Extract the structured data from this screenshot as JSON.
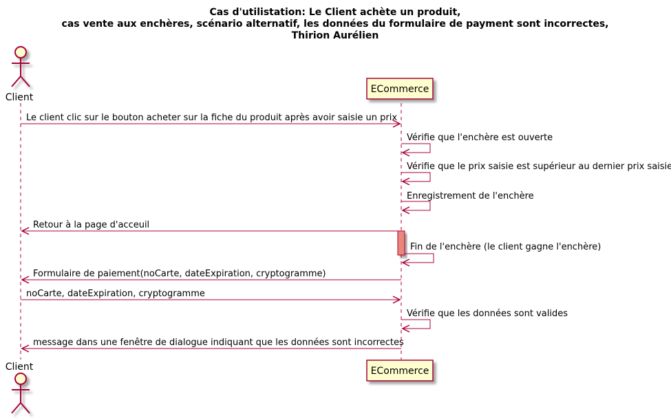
{
  "title": {
    "lines": [
      "Cas d'utilistation: Le Client achète un produit,",
      "cas vente aux enchères, scénario alternatif, les données du formulaire de payment sont incorrectes,",
      "Thirion Aurélien"
    ]
  },
  "colors": {
    "line": "#a80036",
    "actor_fill": "#fefece",
    "participant_fill": "#fefece",
    "activation_fill": "#e9877a"
  },
  "participants": {
    "client": {
      "label": "Client",
      "kind": "actor"
    },
    "ecommerce": {
      "label": "ECommerce",
      "kind": "participant"
    }
  },
  "messages": [
    {
      "from": "client",
      "to": "ecommerce",
      "text": "Le client clic sur le bouton acheter sur la fiche du produit après avoir saisie un prix"
    },
    {
      "from": "ecommerce",
      "to": "ecommerce",
      "text": "Vérifie que l'enchère est ouverte"
    },
    {
      "from": "ecommerce",
      "to": "ecommerce",
      "text": "Vérifie que le prix saisie est supérieur au dernier prix saisie"
    },
    {
      "from": "ecommerce",
      "to": "ecommerce",
      "text": "Enregistrement de l'enchère"
    },
    {
      "from": "ecommerce",
      "to": "client",
      "text": "Retour à la page d'acceuil"
    },
    {
      "from": "ecommerce",
      "to": "ecommerce",
      "text": "Fin de l'enchère (le client gagne l'enchère)"
    },
    {
      "from": "ecommerce",
      "to": "client",
      "text": "Formulaire de paiement(noCarte, dateExpiration, cryptogramme)"
    },
    {
      "from": "client",
      "to": "ecommerce",
      "text": "noCarte, dateExpiration, cryptogramme"
    },
    {
      "from": "ecommerce",
      "to": "ecommerce",
      "text": "Vérifie que les données sont valides"
    },
    {
      "from": "ecommerce",
      "to": "client",
      "text": "message dans une fenêtre de dialogue indiquant que les données sont incorrectes"
    }
  ]
}
